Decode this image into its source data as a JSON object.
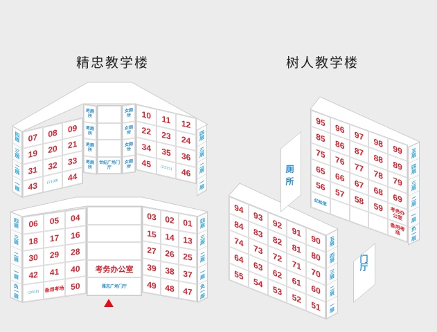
{
  "titles": {
    "left": "精忠教学楼",
    "right": "树人教学楼"
  },
  "colors": {
    "room_number": "#d9232e",
    "label": "#2a9fd6",
    "marker": "#e0101a"
  },
  "floors4": [
    "四层",
    "三层",
    "二层",
    "一层"
  ],
  "floors5": [
    "四层",
    "三层",
    "二层",
    "一层",
    "负一层"
  ],
  "floors_sr_back": [
    "五层",
    "四层",
    "三层",
    "二层",
    "一层",
    "负一层"
  ],
  "floors_sr_front": [
    "五层",
    "四层",
    "三层",
    "二层",
    "一层"
  ],
  "wings": {
    "jz_top_left": {
      "cols": 3,
      "rows": [
        [
          "07",
          "08",
          "09"
        ],
        [
          "19",
          "20",
          "21"
        ],
        [
          "31",
          "32",
          "33"
        ],
        [
          "43",
          "(2109)",
          "44"
        ]
      ]
    },
    "jz_top_mens": {
      "cols": 1,
      "rows": [
        [
          "男厕所"
        ],
        [
          "男厕所"
        ],
        [
          "男厕所"
        ],
        [
          "男厕所"
        ]
      ]
    },
    "jz_top_center": {
      "cols": 1,
      "rows": [
        [
          ""
        ],
        [
          ""
        ],
        [
          ""
        ],
        [
          "世纪广场门厅"
        ]
      ]
    },
    "jz_top_womens": {
      "cols": 1,
      "rows": [
        [
          "女厕所"
        ],
        [
          "女厕所"
        ],
        [
          "女厕所"
        ],
        [
          "女厕所"
        ]
      ]
    },
    "jz_top_right": {
      "cols": 3,
      "rows": [
        [
          "10",
          "11",
          "12"
        ],
        [
          "22",
          "23",
          "24"
        ],
        [
          "34",
          "35",
          "36"
        ],
        [
          "45",
          "(2115)",
          "46"
        ]
      ]
    },
    "jz_bot_left": {
      "cols": 3,
      "rows": [
        [
          "06",
          "05",
          "04"
        ],
        [
          "18",
          "17",
          "16"
        ],
        [
          "30",
          "29",
          "28"
        ],
        [
          "42",
          "41",
          "40"
        ],
        [
          "(2008)",
          "备用考场",
          "50"
        ]
      ]
    },
    "jz_bot_center": {
      "cols": 1,
      "rows": [
        [
          ""
        ],
        [
          ""
        ],
        [
          ""
        ],
        [
          "考务办公室"
        ],
        [
          "雅志广场门厅"
        ]
      ]
    },
    "jz_bot_right": {
      "cols": 3,
      "rows": [
        [
          "03",
          "02",
          "01"
        ],
        [
          "15",
          "14",
          "13"
        ],
        [
          "27",
          "26",
          "25"
        ],
        [
          "39",
          "38",
          "37"
        ],
        [
          "49",
          "48",
          "47"
        ]
      ]
    },
    "sr_back": {
      "cols": 5,
      "rows": [
        [
          "95",
          "96",
          "97",
          "98",
          "99"
        ],
        [
          "85",
          "86",
          "87",
          "88",
          "89"
        ],
        [
          "75",
          "76",
          "77",
          "78",
          "79"
        ],
        [
          "65",
          "66",
          "67",
          "68",
          "69"
        ],
        [
          "56",
          "57",
          "58",
          "59",
          "考务办公室"
        ],
        [
          "纪检室",
          "",
          "",
          "",
          "备用考场"
        ]
      ]
    },
    "sr_front": {
      "cols": 5,
      "rows": [
        [
          "94",
          "93",
          "92",
          "91",
          "90"
        ],
        [
          "84",
          "83",
          "82",
          "81",
          "80"
        ],
        [
          "74",
          "73",
          "72",
          "71",
          "70"
        ],
        [
          "64",
          "63",
          "62",
          "61",
          "60"
        ],
        [
          "55",
          "54",
          "53",
          "52",
          "51"
        ]
      ]
    }
  },
  "panels": {
    "toilet": "厕所",
    "lobby": "门厅"
  }
}
